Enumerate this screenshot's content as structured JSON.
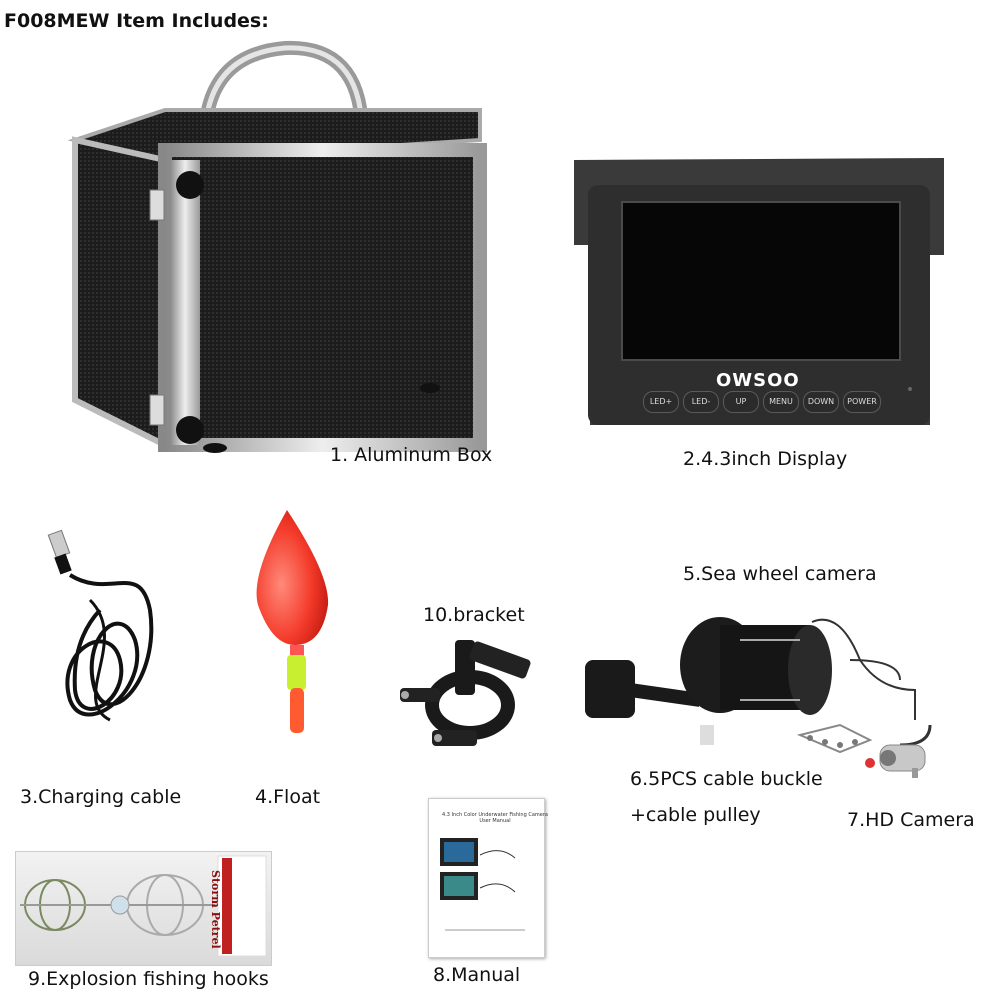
{
  "title": "F008MEW Item Includes:",
  "items": [
    {
      "label": "1. Aluminum Box"
    },
    {
      "label": "2.4.3inch Display"
    },
    {
      "label": "3.Charging cable"
    },
    {
      "label": "4.Float"
    },
    {
      "label": "5.Sea wheel camera"
    },
    {
      "label": "6.5PCS cable buckle"
    },
    {
      "label": "+cable pulley"
    },
    {
      "label": "7.HD Camera"
    },
    {
      "label": "8.Manual"
    },
    {
      "label": "9.Explosion fishing hooks"
    },
    {
      "label": "10.bracket"
    }
  ],
  "display": {
    "brand": "OWSOO",
    "buttons": [
      "LED+",
      "LED-",
      "UP",
      "MENU",
      "DOWN",
      "POWER"
    ]
  },
  "manual": {
    "title": "4.3 Inch Color Underwater Fishing Camera User Manual"
  },
  "package": {
    "brand": "Storm Petrel"
  }
}
